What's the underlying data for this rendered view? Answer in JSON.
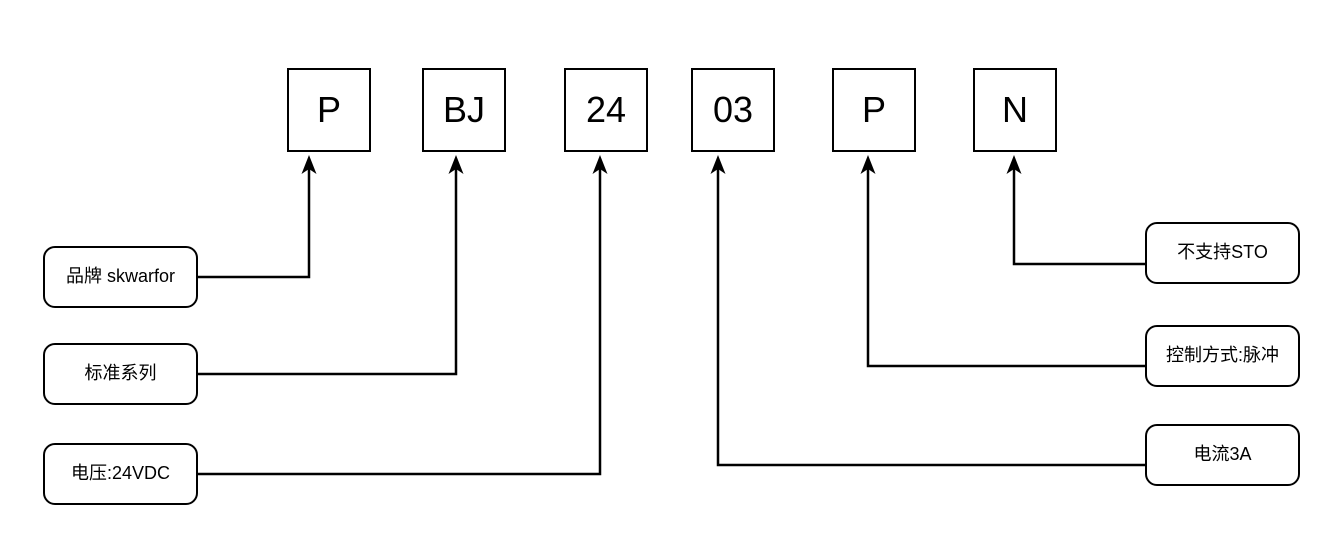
{
  "diagram": {
    "code_boxes": [
      {
        "label": "P"
      },
      {
        "label": "BJ"
      },
      {
        "label": "24"
      },
      {
        "label": "03"
      },
      {
        "label": "P"
      },
      {
        "label": "N"
      }
    ],
    "callouts": {
      "brand": "品牌 skwarfor",
      "series": "标准系列",
      "voltage": "电压:24VDC",
      "sto": "不支持STO",
      "control_mode": "控制方式:脉冲",
      "current": "电流3A"
    },
    "colors": {
      "line": "#000000",
      "background": "#ffffff",
      "text": "#000000"
    }
  }
}
